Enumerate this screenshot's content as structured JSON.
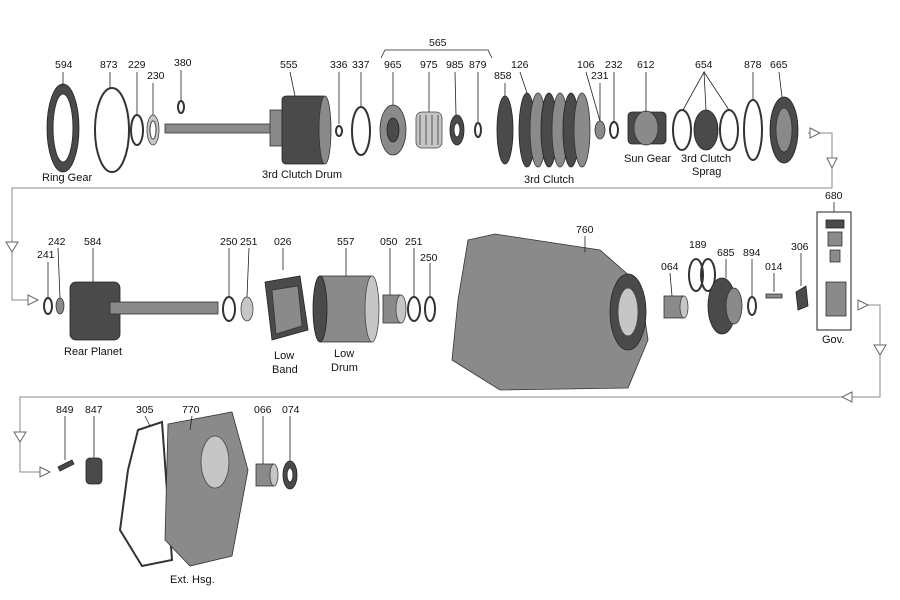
{
  "callouts": {
    "c594": "594",
    "c873": "873",
    "c229": "229",
    "c230": "230",
    "c380": "380",
    "c555": "555",
    "c336": "336",
    "c337": "337",
    "c565": "565",
    "c965": "965",
    "c975": "975",
    "c985": "985",
    "c879": "879",
    "c858": "858",
    "c126": "126",
    "c106": "106",
    "c231": "231",
    "c232": "232",
    "c612": "612",
    "c654": "654",
    "c878": "878",
    "c665": "665",
    "c680": "680",
    "c242": "242",
    "c241": "241",
    "c584": "584",
    "c250a": "250",
    "c251a": "251",
    "c026": "026",
    "c557": "557",
    "c050": "050",
    "c251b": "251",
    "c250b": "250",
    "c760": "760",
    "c189": "189",
    "c064": "064",
    "c685": "685",
    "c894": "894",
    "c014": "014",
    "c306": "306",
    "c849": "849",
    "c847": "847",
    "c305": "305",
    "c770": "770",
    "c066": "066",
    "c074": "074"
  },
  "labels": {
    "ring_gear": "Ring Gear",
    "clutch_drum_3rd": "3rd Clutch Drum",
    "clutch_3rd": "3rd Clutch",
    "sun_gear": "Sun Gear",
    "sprag_line1": "3rd Clutch",
    "sprag_line2": "Sprag",
    "rear_planet": "Rear Planet",
    "low_band_line1": "Low",
    "low_band_line2": "Band",
    "low_drum_line1": "Low",
    "low_drum_line2": "Drum",
    "gov": "Gov.",
    "ext_hsg": "Ext. Hsg."
  },
  "colors": {
    "metal": "#8a8a8a",
    "dark_metal": "#4a4a4a",
    "flow_line": "#888888",
    "text": "#111111"
  }
}
